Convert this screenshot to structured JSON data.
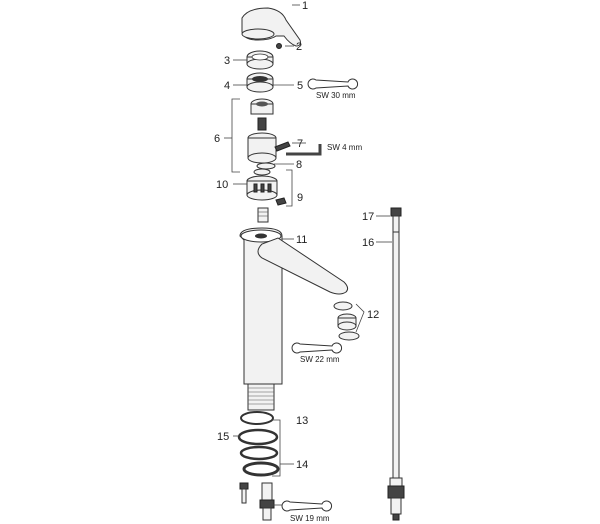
{
  "callouts": [
    "1",
    "2",
    "3",
    "4",
    "5",
    "6",
    "7",
    "8",
    "9",
    "10",
    "11",
    "12",
    "13",
    "14",
    "15",
    "16",
    "17"
  ],
  "wrench_labels": {
    "sw30": "SW 30 mm",
    "sw4": "SW 4 mm",
    "sw22": "SW 22 mm",
    "sw19": "SW 19 mm"
  },
  "icons": [
    "wrench-icon",
    "allen-key-icon"
  ]
}
